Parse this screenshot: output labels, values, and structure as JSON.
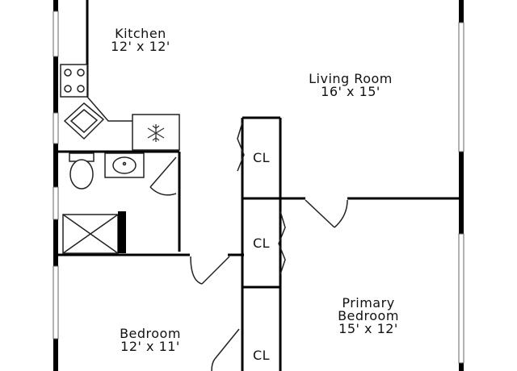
{
  "rooms": {
    "kitchen": {
      "name": "Kitchen",
      "size": "12' x 12'"
    },
    "living": {
      "name": "Living Room",
      "size": "16' x 15'"
    },
    "primary": {
      "name1": "Primary",
      "name2": "Bedroom",
      "size": "15' x 12'"
    },
    "bedroom": {
      "name": "Bedroom",
      "size": "12' x 11'"
    },
    "closets": [
      "CL",
      "CL",
      "CL"
    ]
  },
  "fixtures": {
    "fridge_icon": "snowflake-icon",
    "range_icon": "stove-burner-icon",
    "toilet_icon": "toilet-icon",
    "sink_icon": "sink-icon",
    "shower_icon": "shower-icon"
  },
  "colors": {
    "wall": "#000000",
    "line": "#222222",
    "window": "#666666",
    "background": "#ffffff"
  }
}
